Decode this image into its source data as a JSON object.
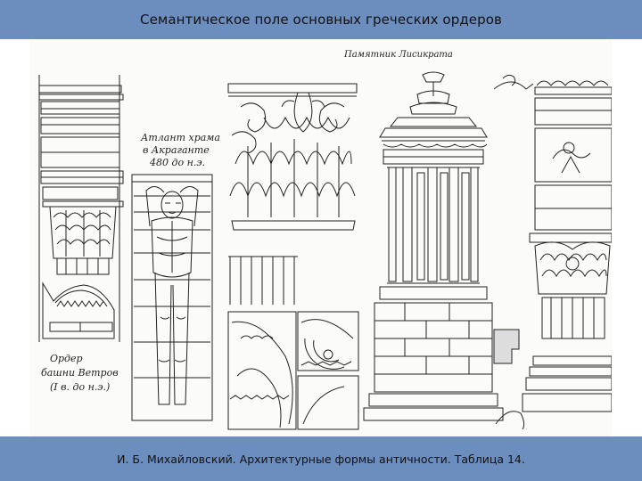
{
  "slide": {
    "title": "Семантическое поле основных греческих ордеров",
    "caption": "И. Б. Михайловский. Архитектурные формы античности. Таблица 14."
  },
  "plate": {
    "label_top": "Памятник Лисикрата",
    "label_atlas_1": "Атлант храма",
    "label_atlas_2": "в Акраганте",
    "label_atlas_3": "480 до н.э.",
    "label_order_1": "Ордер",
    "label_order_2": "башни Ветров",
    "label_order_3": "(I в. до н.э.)"
  },
  "colors": {
    "bar": "#6c8ebf",
    "ink": "#222222",
    "paper": "#fbfbf8"
  }
}
